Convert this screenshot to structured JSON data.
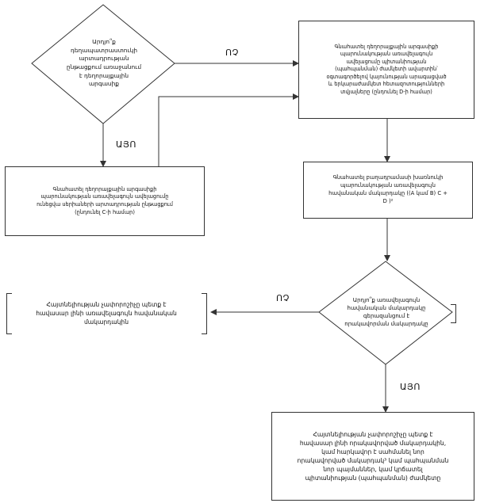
{
  "nodes": {
    "decision1": "Արդյո՞ք\nդեղապատրաստուկի\nարտադրության\nընթացքում առաջանում\nէ դեղորայքային\nարգասիք",
    "process_top_right": "Գնահատել դեղորայքային արգասիքի\nպարունակության առավելագույն\nավելացումը պիտանիության\n(պահպանման) ժամկետի ավարտին՝\nօգտագործելով կայունության արագացված\nև երկարաժամկետ հետազոտությունների\nտվյալները (ընդունել D-ի համար)",
    "process_left": "Գնահատել դեղորայքային արգասիքի\nպարունակության առավելագույն ավելացումը\nունեցվա սերիաների արտադրության ընթացքում\n(ընդունել C-ի համար)",
    "process_mid_right": "Գնահատել բաղադրամասի խառնուկի\nպարունակության առավելագույն\nհավանական մակարդակը ((A կամ B) C +\nD )²",
    "decision2": "Արդյո՞ք առավելագույն\nհավանական մակարդակը\nգերազանցում է\nորակավորման մակարդակը",
    "outcome_no": "Հայտնելիության չափորոշիչը պետք է\nհավասար լինի առավելագույն հավանական\nմակարդակին",
    "outcome_yes": "Հայտնելիության չափորոշիչը պետք է\nհավասար լինի որակավորված մակարդակին,\nկամ հարկավոր է սահմանել նոր\nորակավորված մակարդակ³ կամ պահպանման\nնոր պայմաններ, կամ կրճատել\nպիտանիության (պահպանման) ժամկետը"
  },
  "edge_labels": {
    "no_top": "ՈՉ",
    "yes_left": "ԱՅՈ",
    "no_bottom": "ՈՉ",
    "yes_bottom": "ԱՅՈ"
  },
  "colors": {
    "line": "#333333",
    "text": "#111111",
    "background": "#ffffff"
  }
}
